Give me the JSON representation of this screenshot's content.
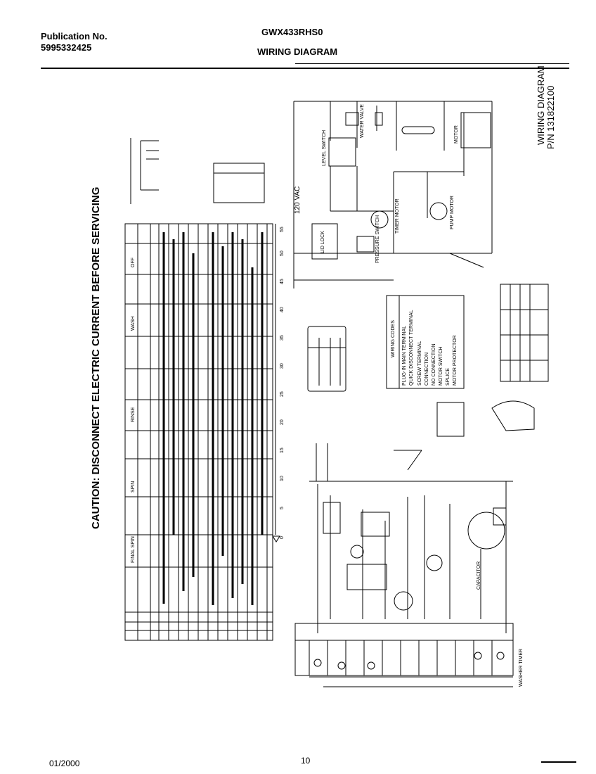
{
  "header": {
    "publication_label": "Publication No.",
    "publication_number": "5995332425",
    "model": "GWX433RHS0",
    "title": "WIRING DIAGRAM"
  },
  "footer": {
    "date": "01/2000",
    "page": "10"
  },
  "diagram": {
    "caution": "CAUTION: DISCONNECT ELECTRIC CURRENT BEFORE SERVICING",
    "title": "WIRING DIAGRAM",
    "part_number": "P/N 131822100",
    "voltage": "120 VAC",
    "timer_label": "WASHER TIMER",
    "component_labels": [
      "LID LOCK",
      "TIMER MOTOR",
      "PUMP MOTOR",
      "MOTOR",
      "WATER VALVE",
      "LEVEL SWITCH",
      "CAPACITOR",
      "PRESSURE SWITCH"
    ],
    "legend_title": "WIRING CODES",
    "legend_items": [
      "PLUG-IN MAIN TERMINAL",
      "QUICK DISCONNECT TERMINAL",
      "SCREW TERMINAL",
      "CONNECTION",
      "NO CONNECTION",
      "MOTOR SWITCH",
      "SPLICE",
      "MOTOR PROTECTOR"
    ],
    "cycle_labels": [
      "OFF",
      "WASH",
      "RINSE",
      "SPIN",
      "FINAL SPIN"
    ],
    "tick_labels": [
      "0",
      "5",
      "10",
      "15",
      "20",
      "25",
      "30",
      "35",
      "40",
      "45",
      "50",
      "55"
    ],
    "accent_color": "#000000"
  }
}
